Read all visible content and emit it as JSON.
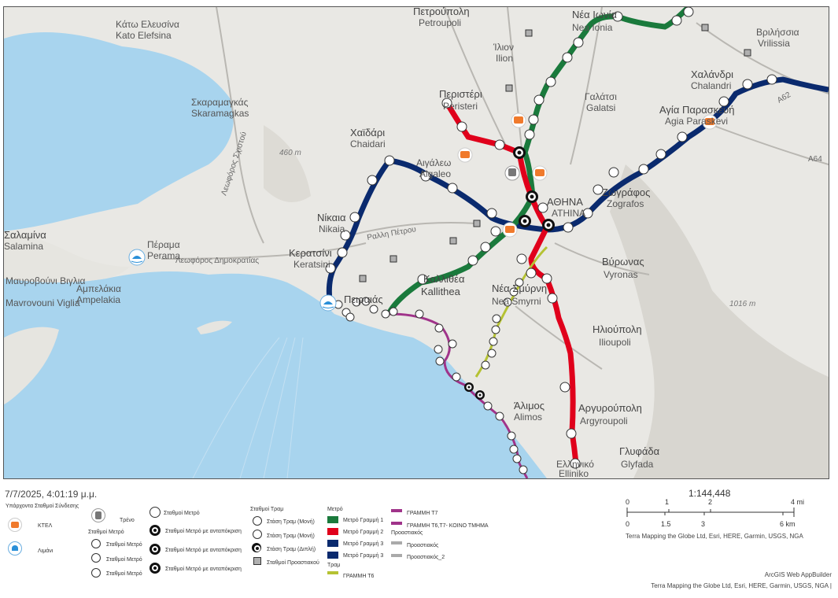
{
  "map": {
    "places": [
      {
        "id": "petroupoli",
        "gr": "Πετρούπολη",
        "lat": "Petroupoli"
      },
      {
        "id": "kato-elefsina",
        "gr": "Κάτω Ελευσίνα",
        "lat": "Kato Elefsina"
      },
      {
        "id": "ilion",
        "gr": "Ίλιον",
        "lat": "Ilion"
      },
      {
        "id": "nea-ionia",
        "gr": "Νέα Ιωνία",
        "lat": "Nea Ionia"
      },
      {
        "id": "vrilissia",
        "gr": "Βριλήσσια",
        "lat": "Vrilissia"
      },
      {
        "id": "chalandri",
        "gr": "Χαλάνδρι",
        "lat": "Chalandri"
      },
      {
        "id": "skaramagkas",
        "gr": "Σκαραμαγκάς",
        "lat": "Skaramagkas"
      },
      {
        "id": "peristeri",
        "gr": "Περιστέρι",
        "lat": "Peristeri"
      },
      {
        "id": "galatsi",
        "gr": "Γαλάτσι",
        "lat": "Galatsi"
      },
      {
        "id": "agia-paraskevi",
        "gr": "Αγία Παρασκευή",
        "lat": "Agia Paraskevi"
      },
      {
        "id": "chaidari",
        "gr": "Χαϊδάρι",
        "lat": "Chaidari"
      },
      {
        "id": "aigaleo",
        "gr": "Αιγάλεω",
        "lat": "Aigaleo"
      },
      {
        "id": "athina",
        "gr": "ΑΘΗΝΑ",
        "lat": "ATHINA"
      },
      {
        "id": "zografos",
        "gr": "Ζωγράφος",
        "lat": "Zografos"
      },
      {
        "id": "nikaia",
        "gr": "Νίκαια",
        "lat": "Nikaia"
      },
      {
        "id": "keratsini",
        "gr": "Κερατσίνι",
        "lat": "Keratsini"
      },
      {
        "id": "perama",
        "gr": "Πέραμα",
        "lat": "Perama"
      },
      {
        "id": "salamina",
        "gr": "Σαλαμίνα",
        "lat": "Salamina"
      },
      {
        "id": "mavrovouni",
        "gr": "Μαυροβούνι Βιγλια",
        "lat": "Mavrovouni Viglia"
      },
      {
        "id": "ampelakia",
        "gr": "Αμπελάκια",
        "lat": "Ampelakia"
      },
      {
        "id": "kallithea",
        "gr": "Καλλιθέα",
        "lat": "Kallithea"
      },
      {
        "id": "nea-smyrni",
        "gr": "Νέα Σμύρνη",
        "lat": "Nea Smyrni"
      },
      {
        "id": "vyronas",
        "gr": "Βύρωνας",
        "lat": "Vyronas"
      },
      {
        "id": "ilioupoli",
        "gr": "Ηλιούπολη",
        "lat": "Ilioupoli"
      },
      {
        "id": "alimos",
        "gr": "Άλιμος",
        "lat": "Alimos"
      },
      {
        "id": "argyroupoli",
        "gr": "Αργυρούπολη",
        "lat": "Argyroupoli"
      },
      {
        "id": "glyfada",
        "gr": "Γλυφάδα",
        "lat": "Glyfada"
      },
      {
        "id": "elliniko",
        "gr": "Ελληνικό",
        "lat": "Elliniko"
      },
      {
        "id": "piraeus",
        "gr": "Πειραιάς",
        "lat": "Piraeus"
      }
    ],
    "roads": [
      "Λεωφόρος Σχιστού",
      "Ραλλη Πέτρου",
      "Λεωφόρος Δημοκρατίας",
      "A64",
      "A62"
    ],
    "elevations": [
      "460 m",
      "1016 m"
    ],
    "colors": {
      "line1": "#1a7a3c",
      "line2": "#e0001b",
      "line3": "#0a2a6e",
      "tram": "#a0338a",
      "t6": "#b5c233",
      "water": "#a8d4ee",
      "land": "#e9e8e4"
    }
  },
  "timestamp": "7/7/2025, 4:01:19 μ.μ.",
  "legend": {
    "connection_header": "Υπάρχοντα Σταθμοί Σύνδεσης",
    "ktel": "ΚΤΕΛ",
    "ports": "Λιμάνι",
    "train": "Τρένο",
    "metro_stations_header": "Σταθμοί Μετρό",
    "metro_stations": [
      "Σταθμοί Μετρό",
      "Σταθμοί Μετρό",
      "Σταθμοί Μετρό",
      "Σταθμοί Μετρό"
    ],
    "metro_transfer": [
      "Σταθμοί Μετρό με ανταπόκριση",
      "Σταθμοί Μετρό με ανταπόκριση",
      "Σταθμοί Μετρό με ανταπόκριση"
    ],
    "tram_header": "Σταθμοί Τραμ",
    "tram_single_1": "Στάση Τραμ (Μονή)",
    "tram_single_2": "Στάση Τραμ (Μονή)",
    "tram_double": "Στάση Τραμ (Διπλή)",
    "suburban_station": "Σταθμοί Προαστιακού",
    "metro_header": "Μετρό",
    "line1": "Μετρό Γραμμή 1",
    "line2": "Μετρό Γραμμή 2",
    "line3a": "Μετρό Γραμμή 3",
    "line3b": "Μετρό Γραμμή 3",
    "tram_section": "Τραμ",
    "t6": "ΓΡΑΜΜΗ Τ6",
    "t7": "ΓΡΑΜΜΗ Τ7",
    "t6t7": "ΓΡΑΜΜΗ Τ6,Τ7- ΚΟΙΝΟ ΤΜΗΜΑ",
    "suburban_header": "Προαστιακός",
    "suburban": "Προαστιακός",
    "suburban2": "Προαστιακός_2"
  },
  "scale": {
    "ratio": "1:144,448",
    "mi_ticks": [
      "0",
      "1",
      "2",
      "4 mi"
    ],
    "km_ticks": [
      "0",
      "1.5",
      "3",
      "6 km"
    ]
  },
  "credits": {
    "attribution": "Terra Mapping the Globe Ltd, Esri, HERE, Garmin, USGS, NGA",
    "builder": "ArcGIS Web AppBuilder",
    "attribution2": "Terra Mapping the Globe Ltd, Esri, HERE, Garmin, USGS, NGA |"
  }
}
